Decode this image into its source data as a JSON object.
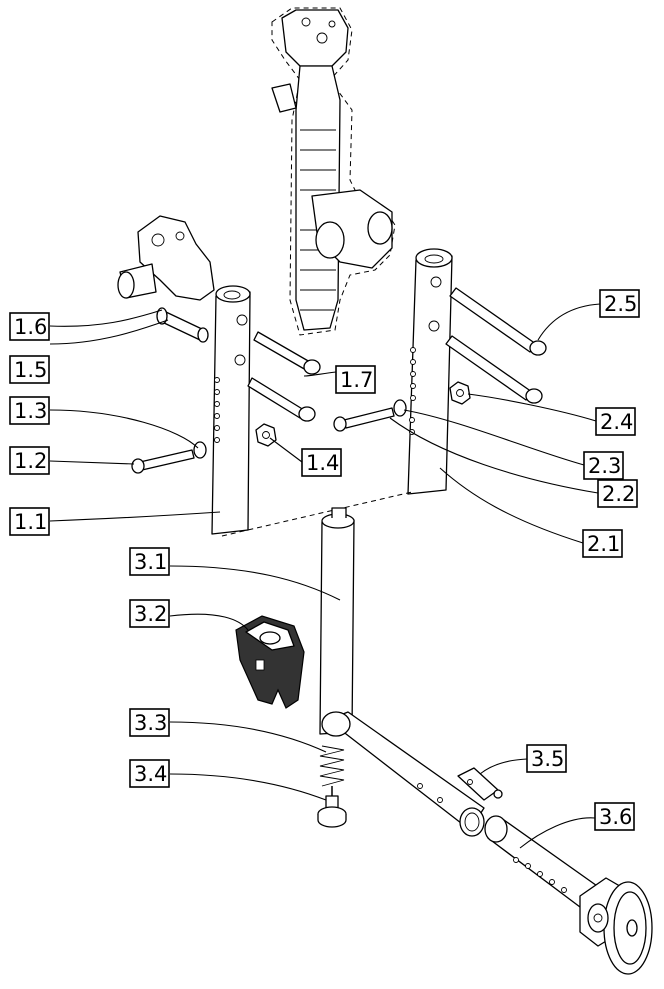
{
  "callouts": [
    {
      "id": "1.6"
    },
    {
      "id": "1.5"
    },
    {
      "id": "1.3"
    },
    {
      "id": "1.2"
    },
    {
      "id": "1.1"
    },
    {
      "id": "1.7"
    },
    {
      "id": "1.4"
    },
    {
      "id": "2.5"
    },
    {
      "id": "2.4"
    },
    {
      "id": "2.3"
    },
    {
      "id": "2.2"
    },
    {
      "id": "2.1"
    },
    {
      "id": "3.1"
    },
    {
      "id": "3.2"
    },
    {
      "id": "3.3"
    },
    {
      "id": "3.4"
    },
    {
      "id": "3.5"
    },
    {
      "id": "3.6"
    }
  ]
}
